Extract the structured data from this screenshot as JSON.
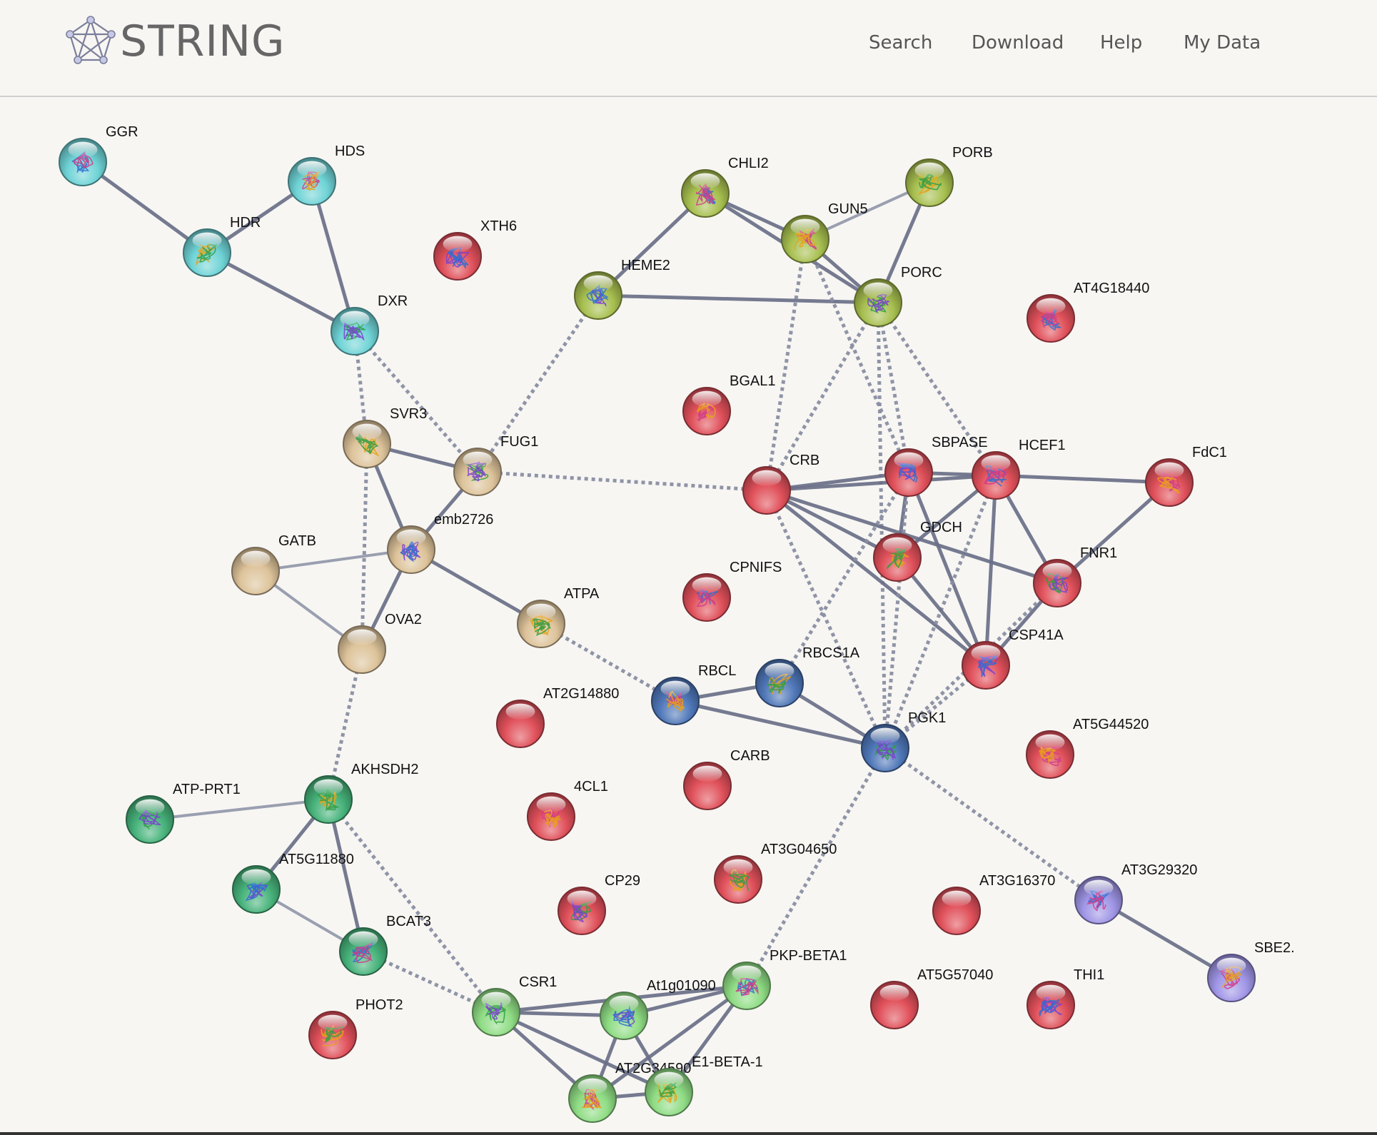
{
  "app": {
    "logo_text": "STRING",
    "logo_icon": "network-pentagon-icon"
  },
  "nav": [
    {
      "label": "Search"
    },
    {
      "label": "Download"
    },
    {
      "label": "Help"
    },
    {
      "label": "My Data"
    }
  ],
  "colors": {
    "cyan": "#6fd3d6",
    "olive": "#a7bf4f",
    "tan": "#ddc39a",
    "red": "#e0505a",
    "blue": "#4f77b8",
    "green": "#46b27a",
    "lightgreen": "#8fdc84",
    "purple": "#9f95e6"
  },
  "nodes": [
    {
      "id": "GGR",
      "label": "GGR",
      "color": "cyan",
      "structure": true
    },
    {
      "id": "HDS",
      "label": "HDS",
      "color": "cyan",
      "structure": true
    },
    {
      "id": "HDR",
      "label": "HDR",
      "color": "cyan",
      "structure": true
    },
    {
      "id": "DXR",
      "label": "DXR",
      "color": "cyan",
      "structure": true
    },
    {
      "id": "XTH6",
      "label": "XTH6",
      "color": "red",
      "structure": true
    },
    {
      "id": "CHLI2",
      "label": "CHLI2",
      "color": "olive",
      "structure": true
    },
    {
      "id": "GUN5",
      "label": "GUN5",
      "color": "olive",
      "structure": true
    },
    {
      "id": "PORB",
      "label": "PORB",
      "color": "olive",
      "structure": true
    },
    {
      "id": "PORC",
      "label": "PORC",
      "color": "olive",
      "structure": true
    },
    {
      "id": "HEME2",
      "label": "HEME2",
      "color": "olive",
      "structure": true
    },
    {
      "id": "AT4G18440",
      "label": "AT4G18440",
      "color": "red",
      "structure": true
    },
    {
      "id": "BGAL1",
      "label": "BGAL1",
      "color": "red",
      "structure": true
    },
    {
      "id": "SVR3",
      "label": "SVR3",
      "color": "tan",
      "structure": true
    },
    {
      "id": "FUG1",
      "label": "FUG1",
      "color": "tan",
      "structure": true
    },
    {
      "id": "emb2726",
      "label": "emb2726",
      "color": "tan",
      "structure": true
    },
    {
      "id": "GATB",
      "label": "GATB",
      "color": "tan",
      "structure": false
    },
    {
      "id": "OVA2",
      "label": "OVA2",
      "color": "tan",
      "structure": false
    },
    {
      "id": "ATPA",
      "label": "ATPA",
      "color": "tan",
      "structure": true
    },
    {
      "id": "CRB",
      "label": "CRB",
      "color": "red",
      "structure": false
    },
    {
      "id": "SBPASE",
      "label": "SBPASE",
      "color": "red",
      "structure": true
    },
    {
      "id": "HCEF1",
      "label": "HCEF1",
      "color": "red",
      "structure": true
    },
    {
      "id": "FdC1",
      "label": "FdC1",
      "color": "red",
      "structure": true
    },
    {
      "id": "GDCH",
      "label": "GDCH",
      "color": "red",
      "structure": true
    },
    {
      "id": "FNR1",
      "label": "FNR1",
      "color": "red",
      "structure": true
    },
    {
      "id": "CSP41A",
      "label": "CSP41A",
      "color": "red",
      "structure": true
    },
    {
      "id": "CPNIFS",
      "label": "CPNIFS",
      "color": "red",
      "structure": true
    },
    {
      "id": "RBCL",
      "label": "RBCL",
      "color": "blue",
      "structure": true
    },
    {
      "id": "RBCS1A",
      "label": "RBCS1A",
      "color": "blue",
      "structure": true
    },
    {
      "id": "PGK1",
      "label": "PGK1",
      "color": "blue",
      "structure": true
    },
    {
      "id": "AT2G14880",
      "label": "AT2G14880",
      "color": "red",
      "structure": false
    },
    {
      "id": "CARB",
      "label": "CARB",
      "color": "red",
      "structure": false
    },
    {
      "id": "AT5G44520",
      "label": "AT5G44520",
      "color": "red",
      "structure": true
    },
    {
      "id": "AKHSDH2",
      "label": "AKHSDH2",
      "color": "green",
      "structure": true
    },
    {
      "id": "ATP-PRT1",
      "label": "ATP-PRT1",
      "color": "green",
      "structure": true
    },
    {
      "id": "AT5G11880",
      "label": "AT5G11880",
      "color": "green",
      "structure": true
    },
    {
      "id": "BCAT3",
      "label": "BCAT3",
      "color": "green",
      "structure": true
    },
    {
      "id": "4CL1",
      "label": "4CL1",
      "color": "red",
      "structure": true
    },
    {
      "id": "AT3G04650",
      "label": "AT3G04650",
      "color": "red",
      "structure": true
    },
    {
      "id": "CP29",
      "label": "CP29",
      "color": "red",
      "structure": true
    },
    {
      "id": "AT3G16370",
      "label": "AT3G16370",
      "color": "red",
      "structure": false
    },
    {
      "id": "AT3G29320",
      "label": "AT3G29320",
      "color": "purple",
      "structure": true
    },
    {
      "id": "SBE2",
      "label": "SBE2.",
      "color": "purple",
      "structure": true
    },
    {
      "id": "PHOT2",
      "label": "PHOT2",
      "color": "red",
      "structure": true
    },
    {
      "id": "CSR1",
      "label": "CSR1",
      "color": "lightgreen",
      "structure": true
    },
    {
      "id": "At1g01090",
      "label": "At1g01090",
      "color": "lightgreen",
      "structure": true
    },
    {
      "id": "PKP-BETA1",
      "label": "PKP-BETA1",
      "color": "lightgreen",
      "structure": true
    },
    {
      "id": "AT2G34590",
      "label": "AT2G34590",
      "color": "lightgreen",
      "structure": true
    },
    {
      "id": "E1-BETA-1",
      "label": "E1-BETA-1",
      "color": "lightgreen",
      "structure": true
    },
    {
      "id": "AT5G57040",
      "label": "AT5G57040",
      "color": "red",
      "structure": false
    },
    {
      "id": "THI1",
      "label": "THI1",
      "color": "red",
      "structure": true
    }
  ],
  "edges": [
    {
      "source": "GGR",
      "target": "HDR",
      "style": "solid"
    },
    {
      "source": "HDS",
      "target": "HDR",
      "style": "solid"
    },
    {
      "source": "HDS",
      "target": "DXR",
      "style": "solid"
    },
    {
      "source": "HDR",
      "target": "DXR",
      "style": "solid"
    },
    {
      "source": "DXR",
      "target": "SVR3",
      "style": "dashed"
    },
    {
      "source": "DXR",
      "target": "FUG1",
      "style": "dashed"
    },
    {
      "source": "CHLI2",
      "target": "HEME2",
      "style": "solid"
    },
    {
      "source": "CHLI2",
      "target": "GUN5",
      "style": "solid"
    },
    {
      "source": "CHLI2",
      "target": "PORC",
      "style": "solid"
    },
    {
      "source": "GUN5",
      "target": "PORB",
      "style": "thin"
    },
    {
      "source": "GUN5",
      "target": "PORC",
      "style": "solid"
    },
    {
      "source": "PORB",
      "target": "PORC",
      "style": "solid"
    },
    {
      "source": "HEME2",
      "target": "PORC",
      "style": "solid"
    },
    {
      "source": "HEME2",
      "target": "FUG1",
      "style": "dashed"
    },
    {
      "source": "GUN5",
      "target": "CRB",
      "style": "dashed"
    },
    {
      "source": "GUN5",
      "target": "SBPASE",
      "style": "dashed"
    },
    {
      "source": "PORC",
      "target": "CRB",
      "style": "dashed"
    },
    {
      "source": "PORC",
      "target": "SBPASE",
      "style": "dashed"
    },
    {
      "source": "PORC",
      "target": "HCEF1",
      "style": "dashed"
    },
    {
      "source": "PORC",
      "target": "PGK1",
      "style": "dashed"
    },
    {
      "source": "SVR3",
      "target": "FUG1",
      "style": "solid"
    },
    {
      "source": "SVR3",
      "target": "emb2726",
      "style": "solid"
    },
    {
      "source": "SVR3",
      "target": "OVA2",
      "style": "dashed"
    },
    {
      "source": "FUG1",
      "target": "emb2726",
      "style": "solid"
    },
    {
      "source": "FUG1",
      "target": "CRB",
      "style": "dashed"
    },
    {
      "source": "GATB",
      "target": "emb2726",
      "style": "thin"
    },
    {
      "source": "GATB",
      "target": "OVA2",
      "style": "thin"
    },
    {
      "source": "emb2726",
      "target": "OVA2",
      "style": "solid"
    },
    {
      "source": "emb2726",
      "target": "ATPA",
      "style": "solid"
    },
    {
      "source": "ATPA",
      "target": "RBCL",
      "style": "dashed"
    },
    {
      "source": "OVA2",
      "target": "AKHSDH2",
      "style": "dashed"
    },
    {
      "source": "CRB",
      "target": "SBPASE",
      "style": "solid"
    },
    {
      "source": "CRB",
      "target": "HCEF1",
      "style": "solid"
    },
    {
      "source": "CRB",
      "target": "GDCH",
      "style": "solid"
    },
    {
      "source": "CRB",
      "target": "FNR1",
      "style": "solid"
    },
    {
      "source": "CRB",
      "target": "CSP41A",
      "style": "solid"
    },
    {
      "source": "CRB",
      "target": "PGK1",
      "style": "dashed"
    },
    {
      "source": "SBPASE",
      "target": "HCEF1",
      "style": "solid"
    },
    {
      "source": "SBPASE",
      "target": "GDCH",
      "style": "solid"
    },
    {
      "source": "SBPASE",
      "target": "CSP41A",
      "style": "solid"
    },
    {
      "source": "SBPASE",
      "target": "PGK1",
      "style": "dashed"
    },
    {
      "source": "SBPASE",
      "target": "RBCS1A",
      "style": "dashed"
    },
    {
      "source": "HCEF1",
      "target": "FdC1",
      "style": "solid"
    },
    {
      "source": "HCEF1",
      "target": "GDCH",
      "style": "solid"
    },
    {
      "source": "HCEF1",
      "target": "FNR1",
      "style": "solid"
    },
    {
      "source": "HCEF1",
      "target": "CSP41A",
      "style": "solid"
    },
    {
      "source": "HCEF1",
      "target": "PGK1",
      "style": "dashed"
    },
    {
      "source": "FdC1",
      "target": "FNR1",
      "style": "solid"
    },
    {
      "source": "GDCH",
      "target": "CSP41A",
      "style": "solid"
    },
    {
      "source": "FNR1",
      "target": "CSP41A",
      "style": "solid"
    },
    {
      "source": "FNR1",
      "target": "PGK1",
      "style": "dashed"
    },
    {
      "source": "CSP41A",
      "target": "PGK1",
      "style": "dashed"
    },
    {
      "source": "RBCL",
      "target": "RBCS1A",
      "style": "solid"
    },
    {
      "source": "RBCL",
      "target": "PGK1",
      "style": "solid"
    },
    {
      "source": "RBCS1A",
      "target": "PGK1",
      "style": "solid"
    },
    {
      "source": "PGK1",
      "target": "AT3G29320",
      "style": "dashed"
    },
    {
      "source": "PGK1",
      "target": "PKP-BETA1",
      "style": "dashed"
    },
    {
      "source": "AT3G29320",
      "target": "SBE2",
      "style": "solid"
    },
    {
      "source": "AKHSDH2",
      "target": "ATP-PRT1",
      "style": "thin"
    },
    {
      "source": "AKHSDH2",
      "target": "AT5G11880",
      "style": "solid"
    },
    {
      "source": "AKHSDH2",
      "target": "BCAT3",
      "style": "solid"
    },
    {
      "source": "AKHSDH2",
      "target": "CSR1",
      "style": "dashed"
    },
    {
      "source": "AT5G11880",
      "target": "BCAT3",
      "style": "thin"
    },
    {
      "source": "BCAT3",
      "target": "CSR1",
      "style": "dashed"
    },
    {
      "source": "CSR1",
      "target": "At1g01090",
      "style": "solid"
    },
    {
      "source": "CSR1",
      "target": "PKP-BETA1",
      "style": "solid"
    },
    {
      "source": "CSR1",
      "target": "AT2G34590",
      "style": "solid"
    },
    {
      "source": "CSR1",
      "target": "E1-BETA-1",
      "style": "solid"
    },
    {
      "source": "At1g01090",
      "target": "PKP-BETA1",
      "style": "solid"
    },
    {
      "source": "At1g01090",
      "target": "AT2G34590",
      "style": "solid"
    },
    {
      "source": "At1g01090",
      "target": "E1-BETA-1",
      "style": "solid"
    },
    {
      "source": "PKP-BETA1",
      "target": "AT2G34590",
      "style": "solid"
    },
    {
      "source": "PKP-BETA1",
      "target": "E1-BETA-1",
      "style": "solid"
    },
    {
      "source": "AT2G34590",
      "target": "E1-BETA-1",
      "style": "solid"
    }
  ]
}
